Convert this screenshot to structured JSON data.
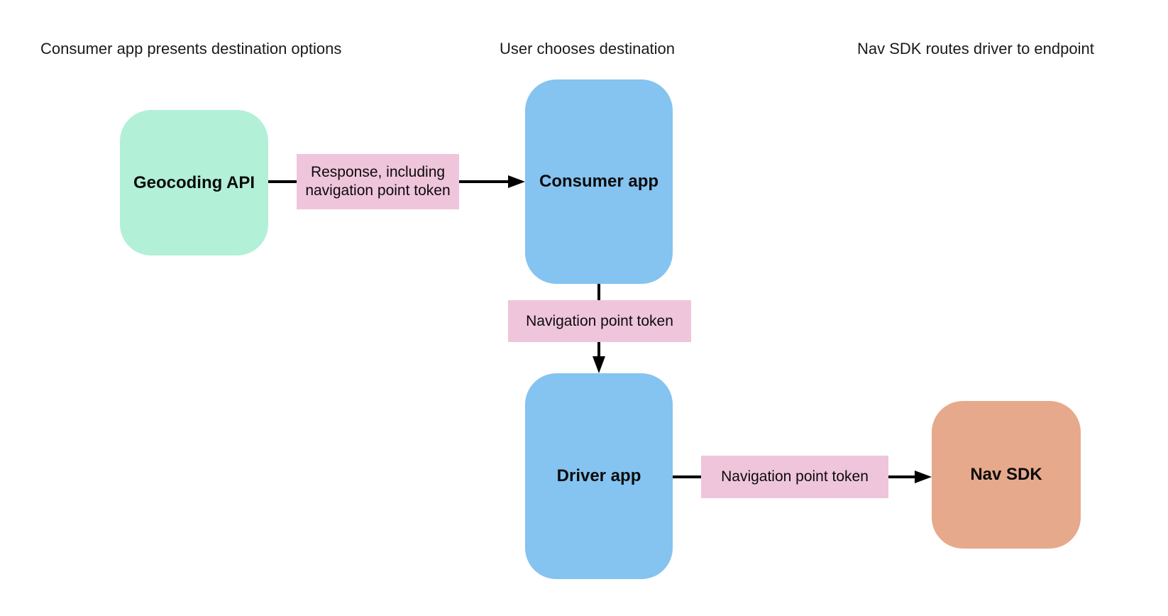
{
  "headers": {
    "step1": "Consumer app presents destination options",
    "step2": "User chooses destination",
    "step3": "Nav SDK routes driver to endpoint"
  },
  "nodes": {
    "geocoding_api": {
      "label": "Geocoding API",
      "fill": "#b2f0d8"
    },
    "consumer_app": {
      "label": "Consumer app",
      "fill": "#85c3f0"
    },
    "driver_app": {
      "label": "Driver app",
      "fill": "#85c3f0"
    },
    "nav_sdk": {
      "label": "Nav SDK",
      "fill": "#e7a98c"
    }
  },
  "edges": {
    "geocoding_to_consumer": {
      "label": "Response, including navigation point token",
      "fill": "#efc5dc"
    },
    "consumer_to_driver": {
      "label": "Navigation point token",
      "fill": "#efc5dc"
    },
    "driver_to_navsdk": {
      "label": "Navigation point token",
      "fill": "#efc5dc"
    }
  },
  "colors": {
    "background": "#ffffff",
    "arrow": "#000000",
    "heading_text": "#1a1a1a",
    "node_text": "#0b0b0b"
  }
}
